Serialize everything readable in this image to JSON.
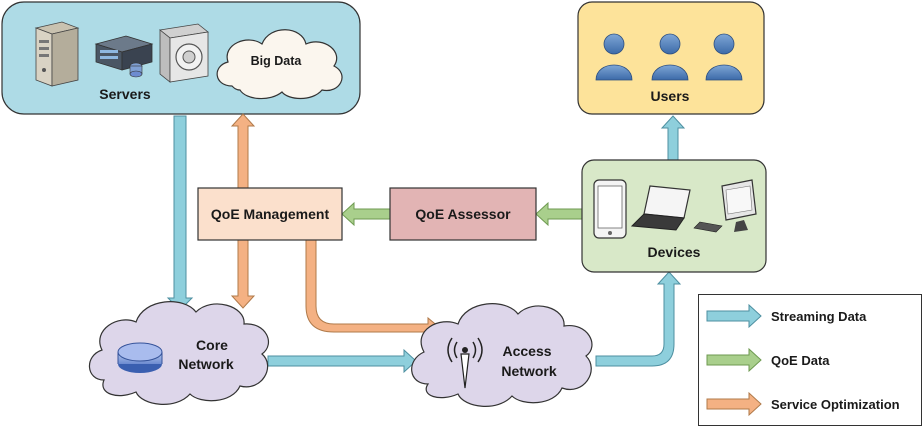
{
  "servers": {
    "label": "Servers",
    "cloud_label": "Big Data"
  },
  "users": {
    "label": "Users"
  },
  "devices": {
    "label": "Devices"
  },
  "qoe_management": {
    "label": "QoE Management"
  },
  "qoe_assessor": {
    "label": "QoE Assessor"
  },
  "core_network": {
    "line1": "Core",
    "line2": "Network"
  },
  "access_network": {
    "line1": "Access",
    "line2": "Network"
  },
  "legend": [
    {
      "label": "Streaming Data",
      "color": "#8ecfdc"
    },
    {
      "label": "QoE Data",
      "color": "#a9cf8c"
    },
    {
      "label": "Service Optimization",
      "color": "#f4b183"
    }
  ],
  "colors": {
    "servers_panel": "#aedbe6",
    "users_panel": "#fde39a",
    "devices_panel": "#d8e8c8",
    "qoe_management": "#fbe0cc",
    "qoe_assessor": "#e2b4b4",
    "cloud": "#ddd6ea",
    "streaming": "#8ecfdc",
    "qoe_data": "#a9cf8c",
    "optimization": "#f4b183"
  }
}
